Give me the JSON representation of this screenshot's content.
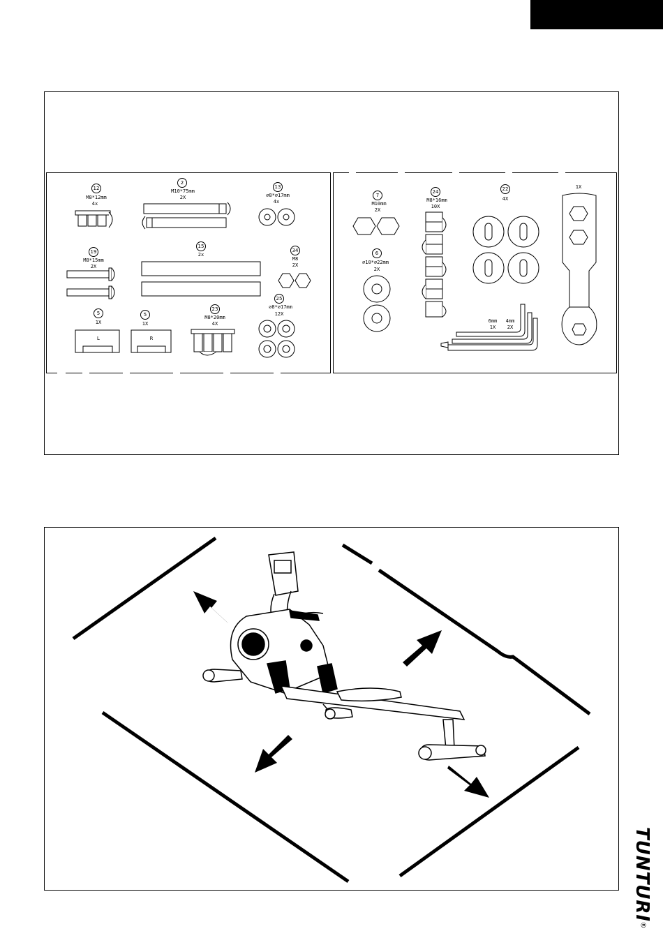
{
  "brand": {
    "name": "TUNTURI",
    "registered": "®"
  },
  "parts_left": [
    {
      "id": "part-12",
      "number": "12",
      "size": "M8*12mm",
      "qty": "4x"
    },
    {
      "id": "part-2",
      "number": "2",
      "size": "M10*75mm",
      "qty": "2X"
    },
    {
      "id": "part-13",
      "number": "13",
      "size": "⌀8*⌀17mm",
      "qty": "4x"
    },
    {
      "id": "part-19",
      "number": "19",
      "size": "M8*15mm",
      "qty": "2X"
    },
    {
      "id": "part-15",
      "number": "15",
      "size": "",
      "qty": "2x"
    },
    {
      "id": "part-34",
      "number": "34",
      "size": "M8",
      "qty": "2X"
    },
    {
      "id": "part-5-left",
      "number": "5",
      "size": "",
      "qty": "1X",
      "mark": "L"
    },
    {
      "id": "part-5-right",
      "number": "5",
      "size": "",
      "qty": "1X",
      "mark": "R"
    },
    {
      "id": "part-23",
      "number": "23",
      "size": "M8*20mm",
      "qty": "4X"
    },
    {
      "id": "part-25",
      "number": "25",
      "size": "⌀8*⌀17mm",
      "qty": "12X"
    }
  ],
  "parts_right": [
    {
      "id": "part-7",
      "number": "7",
      "size": "M10mm",
      "qty": "2X"
    },
    {
      "id": "part-24",
      "number": "24",
      "size": "M8*16mm",
      "qty": "10X"
    },
    {
      "id": "part-22",
      "number": "22",
      "size": "",
      "qty": "4X"
    },
    {
      "id": "part-wrench",
      "number": "",
      "size": "",
      "qty": "1X"
    },
    {
      "id": "part-6",
      "number": "6",
      "size": "⌀10*⌀22mm",
      "qty": "2X"
    },
    {
      "id": "part-allen-6",
      "number": "",
      "size": "6mm",
      "qty": "1X"
    },
    {
      "id": "part-allen-4",
      "number": "",
      "size": "4mm",
      "qty": "2X"
    }
  ]
}
